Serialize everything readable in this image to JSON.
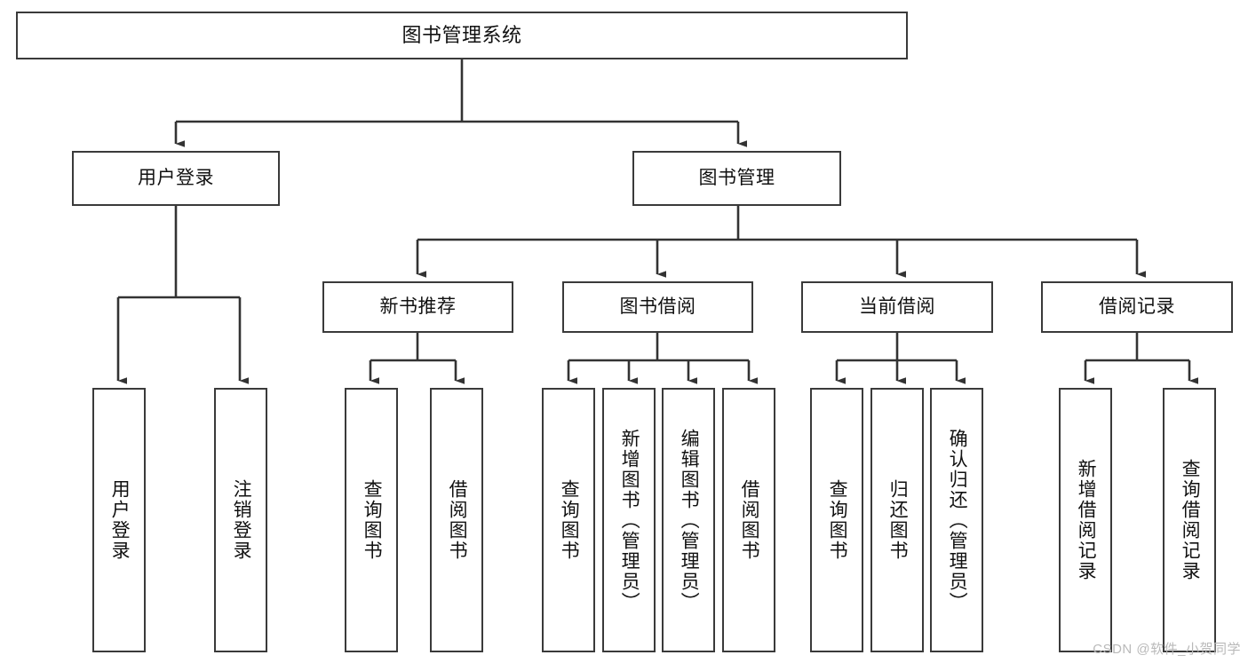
{
  "diagram": {
    "title": "图书管理系统",
    "type": "tree",
    "watermark": "CSDN @软件_小贺同学",
    "colors": {
      "box_border": "#3a3a3a",
      "box_fill": "#ffffff",
      "edge": "#333333",
      "text": "#111111",
      "watermark": "#b9b9b9"
    },
    "nodes": {
      "root": {
        "label": "图书管理系统",
        "level": 1
      },
      "user_login": {
        "label": "用户登录",
        "level": 2
      },
      "book_manage": {
        "label": "图书管理",
        "level": 2
      },
      "new_book_rec": {
        "label": "新书推荐",
        "level": 3
      },
      "book_borrow": {
        "label": "图书借阅",
        "level": 3
      },
      "current_borrow": {
        "label": "当前借阅",
        "level": 3
      },
      "borrow_record": {
        "label": "借阅记录",
        "level": 3
      },
      "leaf_user_login": {
        "label": "用户登录",
        "level": 4
      },
      "leaf_logout": {
        "label": "注销登录",
        "level": 4
      },
      "leaf_query_book_1": {
        "label": "查询图书",
        "level": 4
      },
      "leaf_borrow_book_1": {
        "label": "借阅图书",
        "level": 4
      },
      "leaf_query_book_2": {
        "label": "查询图书",
        "level": 4
      },
      "leaf_add_book": {
        "label": "新增图书（管理员）",
        "level": 4
      },
      "leaf_edit_book": {
        "label": "编辑图书（管理员）",
        "level": 4
      },
      "leaf_borrow_book_2": {
        "label": "借阅图书",
        "level": 4
      },
      "leaf_query_book_3": {
        "label": "查询图书",
        "level": 4
      },
      "leaf_return_book": {
        "label": "归还图书",
        "level": 4
      },
      "leaf_confirm_return": {
        "label": "确认归还（管理员）",
        "level": 4
      },
      "leaf_add_record": {
        "label": "新增借阅记录",
        "level": 4
      },
      "leaf_query_record": {
        "label": "查询借阅记录",
        "level": 4
      }
    },
    "edges": [
      {
        "from": "root",
        "to": "user_login"
      },
      {
        "from": "root",
        "to": "book_manage"
      },
      {
        "from": "user_login",
        "to": "leaf_user_login"
      },
      {
        "from": "user_login",
        "to": "leaf_logout"
      },
      {
        "from": "book_manage",
        "to": "new_book_rec"
      },
      {
        "from": "book_manage",
        "to": "book_borrow"
      },
      {
        "from": "book_manage",
        "to": "current_borrow"
      },
      {
        "from": "book_manage",
        "to": "borrow_record"
      },
      {
        "from": "new_book_rec",
        "to": "leaf_query_book_1"
      },
      {
        "from": "new_book_rec",
        "to": "leaf_borrow_book_1"
      },
      {
        "from": "book_borrow",
        "to": "leaf_query_book_2"
      },
      {
        "from": "book_borrow",
        "to": "leaf_add_book"
      },
      {
        "from": "book_borrow",
        "to": "leaf_edit_book"
      },
      {
        "from": "book_borrow",
        "to": "leaf_borrow_book_2"
      },
      {
        "from": "current_borrow",
        "to": "leaf_query_book_3"
      },
      {
        "from": "current_borrow",
        "to": "leaf_return_book"
      },
      {
        "from": "current_borrow",
        "to": "leaf_confirm_return"
      },
      {
        "from": "borrow_record",
        "to": "leaf_add_record"
      },
      {
        "from": "borrow_record",
        "to": "leaf_query_record"
      }
    ]
  }
}
